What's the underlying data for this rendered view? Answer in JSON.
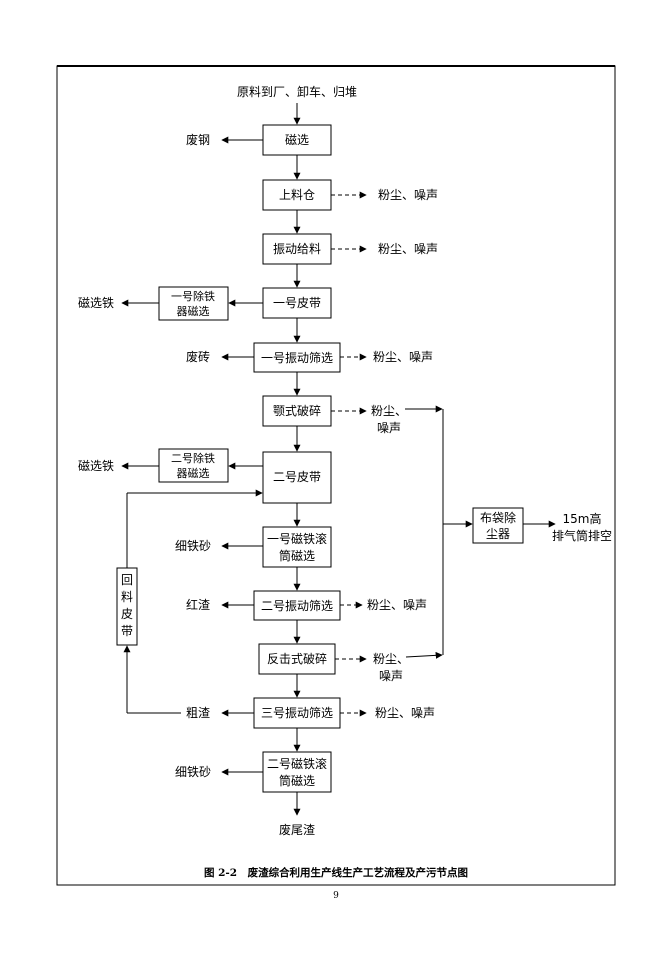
{
  "diagram": {
    "input_label": "原料到厂、卸车、归堆",
    "process_steps": [
      {
        "id": "magnetic",
        "lines": [
          "磁选"
        ]
      },
      {
        "id": "feed-bin",
        "lines": [
          "上料仓"
        ]
      },
      {
        "id": "vibro-feeder",
        "lines": [
          "振动给料"
        ]
      },
      {
        "id": "belt-1",
        "lines": [
          "一号皮带"
        ]
      },
      {
        "id": "screen-1",
        "lines": [
          "一号振动筛选"
        ]
      },
      {
        "id": "jaw-crusher",
        "lines": [
          "颚式破碎"
        ]
      },
      {
        "id": "belt-2",
        "lines": [
          "二号皮带"
        ]
      },
      {
        "id": "drum-mag-1",
        "lines": [
          "一号磁铁滚",
          "筒磁选"
        ]
      },
      {
        "id": "screen-2",
        "lines": [
          "二号振动筛选"
        ]
      },
      {
        "id": "impact-crusher",
        "lines": [
          "反击式破碎"
        ]
      },
      {
        "id": "screen-3",
        "lines": [
          "三号振动筛选"
        ]
      },
      {
        "id": "drum-mag-2",
        "lines": [
          "二号磁铁滚",
          "筒磁选"
        ]
      }
    ],
    "iron_removers": [
      {
        "id": "iron-remover-1",
        "lines": [
          "一号除铁",
          "器磁选"
        ]
      },
      {
        "id": "iron-remover-2",
        "lines": [
          "二号除铁",
          "器磁选"
        ]
      }
    ],
    "return_belt_chars": [
      "回",
      "料",
      "皮",
      "带"
    ],
    "baghouse_lines": [
      "布袋除",
      "尘器"
    ],
    "stack_lines": [
      "15m高",
      "排气筒排空"
    ],
    "outputs": {
      "scrap_steel": "废钢",
      "mag_iron_1": "磁选铁",
      "waste_brick": "废砖",
      "mag_iron_2": "磁选铁",
      "fine_iron_1": "细铁砂",
      "red_slag": "红渣",
      "coarse_slag": "粗渣",
      "fine_iron_2": "细铁砂",
      "tailings": "废尾渣"
    },
    "emissions": {
      "feed_bin": "粉尘、噪声",
      "vibro_feeder": "粉尘、噪声",
      "screen_1": "粉尘、噪声",
      "jaw_crusher": [
        "粉尘、",
        "噪声"
      ],
      "screen_2": "粉尘、噪声",
      "impact_crusher": [
        "粉尘、",
        "噪声"
      ],
      "screen_3": "粉尘、噪声"
    }
  },
  "caption": "图 2-2　废渣综合利用生产线生产工艺流程及产污节点图",
  "page_number": "9"
}
